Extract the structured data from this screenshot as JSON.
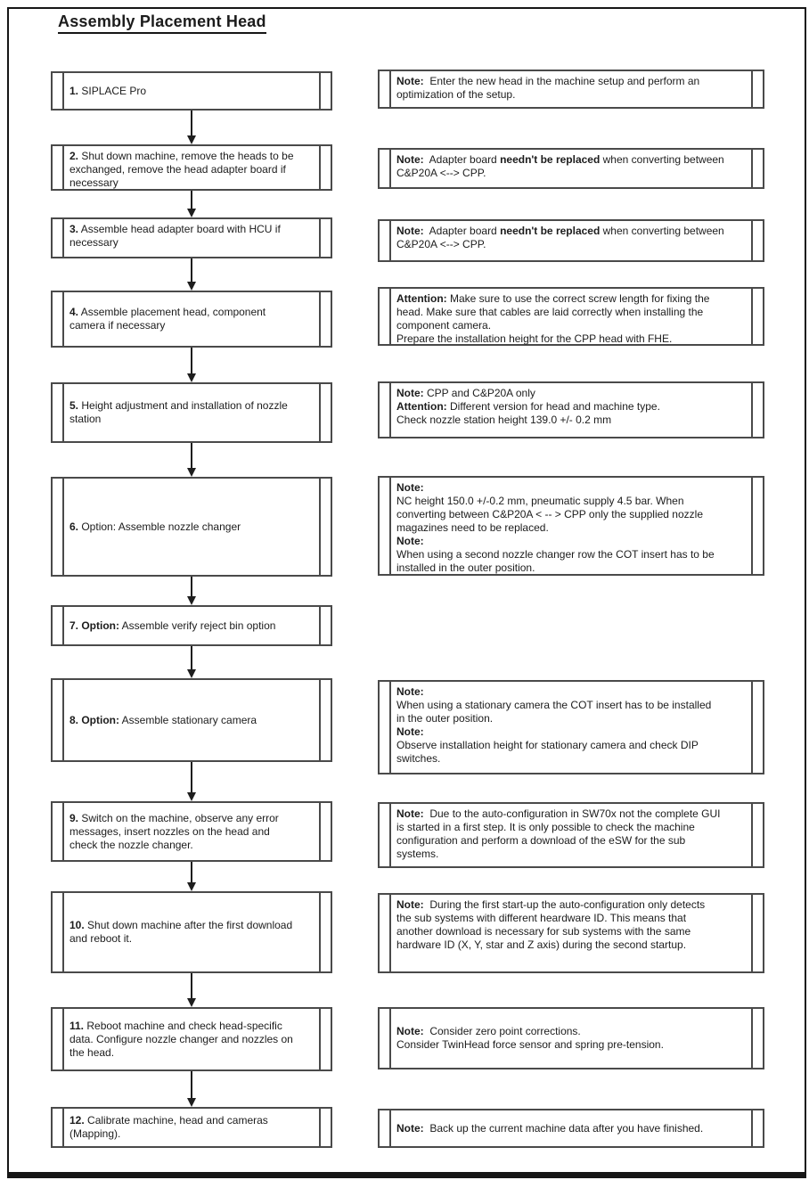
{
  "title": "Assembly Placement Head",
  "ink_color": "#161616",
  "box_border_color": "#4a4a4a",
  "steps": {
    "s1": [
      {
        "t": "1.",
        "b": true
      },
      {
        "t": " SIPLACE Pro"
      }
    ],
    "s2": [
      {
        "t": "2.",
        "b": true
      },
      {
        "t": " Shut down machine, remove the heads to be"
      },
      {
        "br": true
      },
      {
        "t": "exchanged, remove the head adapter board if"
      },
      {
        "br": true
      },
      {
        "t": "necessary"
      }
    ],
    "s3": [
      {
        "t": "3.",
        "b": true
      },
      {
        "t": " Assemble head adapter board with HCU if"
      },
      {
        "br": true
      },
      {
        "t": "necessary"
      }
    ],
    "s4": [
      {
        "t": "4.",
        "b": true
      },
      {
        "t": " Assemble placement head, component"
      },
      {
        "br": true
      },
      {
        "t": "camera if necessary"
      }
    ],
    "s5": [
      {
        "t": "5.",
        "b": true
      },
      {
        "t": " Height adjustment and installation of nozzle"
      },
      {
        "br": true
      },
      {
        "t": "station"
      }
    ],
    "s6": [
      {
        "t": "6.",
        "b": true
      },
      {
        "t": " Option: Assemble nozzle changer"
      }
    ],
    "s7": [
      {
        "t": "7. Option:",
        "b": true
      },
      {
        "t": " Assemble verify reject bin option"
      }
    ],
    "s8": [
      {
        "t": "8. Option:",
        "b": true
      },
      {
        "t": " Assemble stationary camera"
      }
    ],
    "s9": [
      {
        "t": "9.",
        "b": true
      },
      {
        "t": " Switch on the machine, observe any error"
      },
      {
        "br": true
      },
      {
        "t": "messages, insert nozzles on the head and"
      },
      {
        "br": true
      },
      {
        "t": "check the nozzle changer."
      }
    ],
    "s10": [
      {
        "t": "10.",
        "b": true
      },
      {
        "t": " Shut down machine after the first download"
      },
      {
        "br": true
      },
      {
        "t": "and reboot it."
      }
    ],
    "s11": [
      {
        "t": "11.",
        "b": true
      },
      {
        "t": " Reboot machine and check head-specific"
      },
      {
        "br": true
      },
      {
        "t": "data. Configure nozzle changer and nozzles on"
      },
      {
        "br": true
      },
      {
        "t": "the head."
      }
    ],
    "s12": [
      {
        "t": "12.",
        "b": true
      },
      {
        "t": " Calibrate machine, head and cameras"
      },
      {
        "br": true
      },
      {
        "t": "(Mapping)."
      }
    ]
  },
  "notes": {
    "n1": [
      {
        "t": "Note:",
        "b": true
      },
      {
        "t": "  Enter the new head in the machine setup and perform an"
      },
      {
        "br": true
      },
      {
        "t": "optimization of the setup."
      }
    ],
    "n2": [
      {
        "t": "Note:",
        "b": true
      },
      {
        "t": "  Adapter board "
      },
      {
        "t": "needn't be replaced",
        "b": true
      },
      {
        "t": " when converting between"
      },
      {
        "br": true
      },
      {
        "t": "C&P20A <--> CPP."
      }
    ],
    "n3": [
      {
        "t": "Note:",
        "b": true
      },
      {
        "t": "  Adapter board "
      },
      {
        "t": "needn't be replaced",
        "b": true
      },
      {
        "t": " when converting between"
      },
      {
        "br": true
      },
      {
        "t": "C&P20A <--> CPP."
      }
    ],
    "n4": [
      {
        "t": "Attention:",
        "b": true
      },
      {
        "t": " Make sure to use the correct screw length for fixing the"
      },
      {
        "br": true
      },
      {
        "t": "head. Make sure that cables are laid correctly when installing the"
      },
      {
        "br": true
      },
      {
        "t": "component camera."
      },
      {
        "br": true
      },
      {
        "t": "Prepare the installation height for the CPP head with FHE."
      }
    ],
    "n5": [
      {
        "t": "Note:",
        "b": true
      },
      {
        "t": " CPP and C&P20A only"
      },
      {
        "br": true
      },
      {
        "t": "Attention:",
        "b": true
      },
      {
        "t": " Different version for head and machine type."
      },
      {
        "br": true
      },
      {
        "t": "Check nozzle station height 139.0 +/- 0.2 mm"
      }
    ],
    "n6": [
      {
        "t": "Note:",
        "b": true
      },
      {
        "br": true
      },
      {
        "t": "NC height 150.0 +/-0.2 mm, pneumatic supply 4.5 bar. When"
      },
      {
        "br": true
      },
      {
        "t": "converting between C&P20A < -- > CPP only the supplied nozzle"
      },
      {
        "br": true
      },
      {
        "t": "magazines need to be replaced."
      },
      {
        "br": true
      },
      {
        "t": "Note:",
        "b": true
      },
      {
        "br": true
      },
      {
        "t": "When using a second nozzle changer row the COT insert has to be"
      },
      {
        "br": true
      },
      {
        "t": "installed in the outer position."
      }
    ],
    "n8": [
      {
        "t": "Note:",
        "b": true
      },
      {
        "br": true
      },
      {
        "t": "When using a stationary camera the COT insert has to be installed"
      },
      {
        "br": true
      },
      {
        "t": "in the outer position."
      },
      {
        "br": true
      },
      {
        "t": "Note:",
        "b": true
      },
      {
        "br": true
      },
      {
        "t": "Observe installation height for stationary camera and check DIP"
      },
      {
        "br": true
      },
      {
        "t": "switches."
      }
    ],
    "n9": [
      {
        "t": "Note:",
        "b": true
      },
      {
        "t": "  Due to the auto-configuration in SW70x not the complete GUI"
      },
      {
        "br": true
      },
      {
        "t": "is started in a first step. It is only possible to check the machine"
      },
      {
        "br": true
      },
      {
        "t": "configuration and perform a download of the eSW for the sub"
      },
      {
        "br": true
      },
      {
        "t": "systems."
      }
    ],
    "n10": [
      {
        "t": "Note:",
        "b": true
      },
      {
        "t": "  During the first start-up the auto-configuration only detects"
      },
      {
        "br": true
      },
      {
        "t": "the sub systems with different heardware ID. This means that"
      },
      {
        "br": true
      },
      {
        "t": "another download is necessary for sub systems with the same"
      },
      {
        "br": true
      },
      {
        "t": "hardware ID (X, Y, star and Z axis) during the second startup."
      }
    ],
    "n11": [
      {
        "t": "Note:",
        "b": true
      },
      {
        "t": "  Consider zero point corrections."
      },
      {
        "br": true
      },
      {
        "t": "Consider TwinHead force sensor and spring pre-tension."
      }
    ],
    "n12": [
      {
        "t": "Note:",
        "b": true
      },
      {
        "t": "  Back up the current machine data after you have finished."
      }
    ]
  }
}
